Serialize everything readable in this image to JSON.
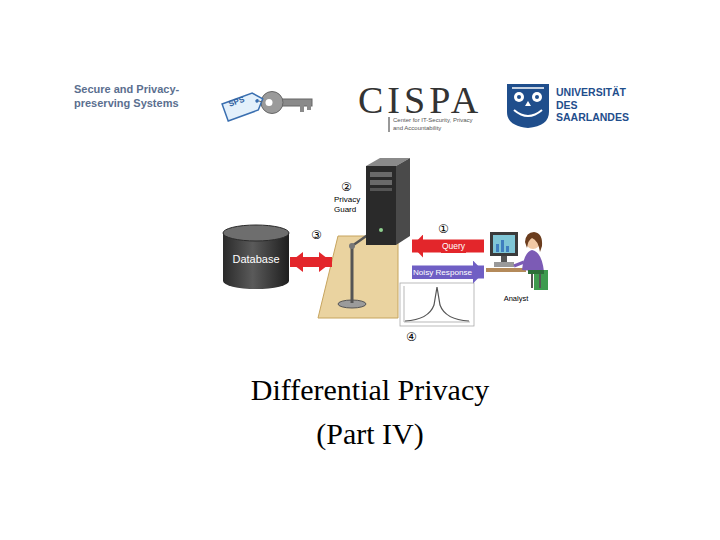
{
  "diagram": {
    "title": "Differential Privacy (Part IV)",
    "nodes": [
      {
        "text": [
          "Database"
        ]
      },
      {
        "text": [
          "Privacy Guard"
        ]
      },
      {
        "text": [
          "Analyst"
        ]
      }
    ],
    "edges": [
      {
        "from": 0,
        "to": 1,
        "arrow": "both"
      },
      {
        "from": 2,
        "to": 1,
        "label": "Query",
        "arrow": "to"
      },
      {
        "from": 1,
        "to": 2,
        "label": "Noisy Response",
        "arrow": "to"
      }
    ],
    "labels": [
      "Secure and Privacy-preserving Systems",
      "SPS",
      "CISPA",
      "Center for IT-Security, Privacy and Accountability",
      "UNIVERSITÄT DES SAARLANDES",
      "②",
      "③",
      "①",
      "④"
    ]
  }
}
